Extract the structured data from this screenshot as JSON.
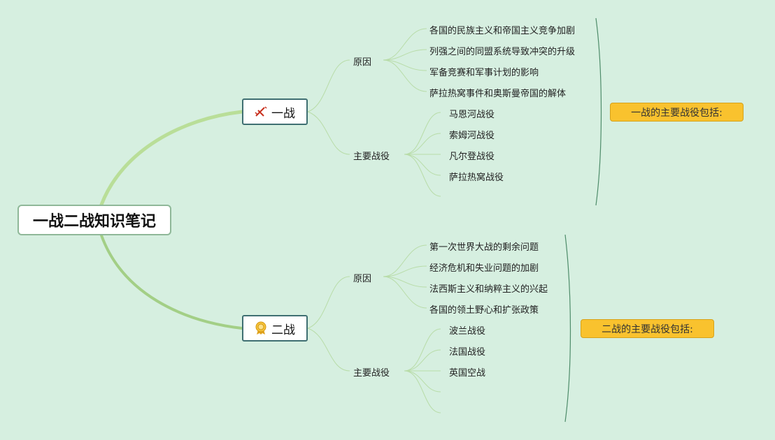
{
  "root": {
    "title": "一战二战知识笔记"
  },
  "ww1": {
    "label": "一战",
    "icon": "swords-icon",
    "causes_label": "原因",
    "causes": [
      "各国的民族主义和帝国主义竞争加剧",
      "列强之间的同盟系统导致冲突的升级",
      "军备竞赛和军事计划的影响",
      "萨拉热窝事件和奥斯曼帝国的解体"
    ],
    "battles_label": "主要战役",
    "battles": [
      "马恩河战役",
      "索姆河战役",
      "凡尔登战役",
      "萨拉热窝战役"
    ],
    "summary": "一战的主要战役包括:"
  },
  "ww2": {
    "label": "二战",
    "icon": "medal-icon",
    "causes_label": "原因",
    "causes": [
      "第一次世界大战的剩余问题",
      "经济危机和失业问题的加剧",
      "法西斯主义和纳粹主义的兴起",
      "各国的领土野心和扩张政策"
    ],
    "battles_label": "主要战役",
    "battles": [
      "波兰战役",
      "法国战役",
      "英国空战"
    ],
    "summary": "二战的主要战役包括:"
  },
  "colors": {
    "background": "#d6efe0",
    "main_curve": "#a9d68a",
    "thin_line": "#b8dca8",
    "summary_fill": "#f9c22e",
    "branch_border": "#3f6f72"
  }
}
